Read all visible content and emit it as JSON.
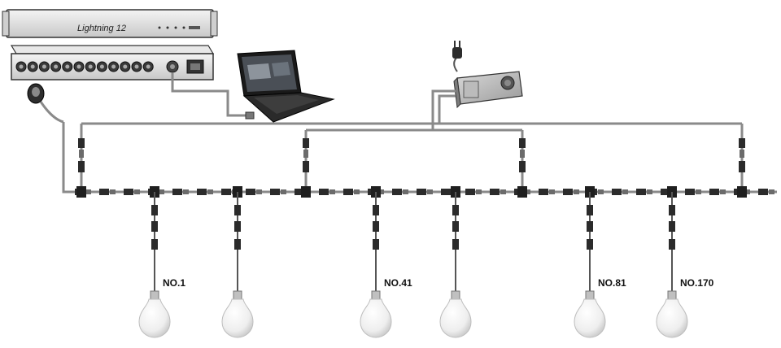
{
  "controller": {
    "brand": "Lightning 12"
  },
  "bulbs": [
    {
      "label": "NO.1"
    },
    {
      "label": ""
    },
    {
      "label": "NO.41"
    },
    {
      "label": ""
    },
    {
      "label": "NO.81"
    },
    {
      "label": "NO.170"
    }
  ],
  "icons": {
    "controller": "rack-controller-icon",
    "laptop": "laptop-icon",
    "power_supply": "power-supply-icon",
    "plug": "power-plug-icon",
    "bulb": "light-bulb-icon",
    "connector": "cable-connector-icon"
  },
  "colors": {
    "wire": "#8a8a8a",
    "connector": "#2b2b2b",
    "bulb": "#f2f2f2",
    "device": "#dcdcdc"
  }
}
